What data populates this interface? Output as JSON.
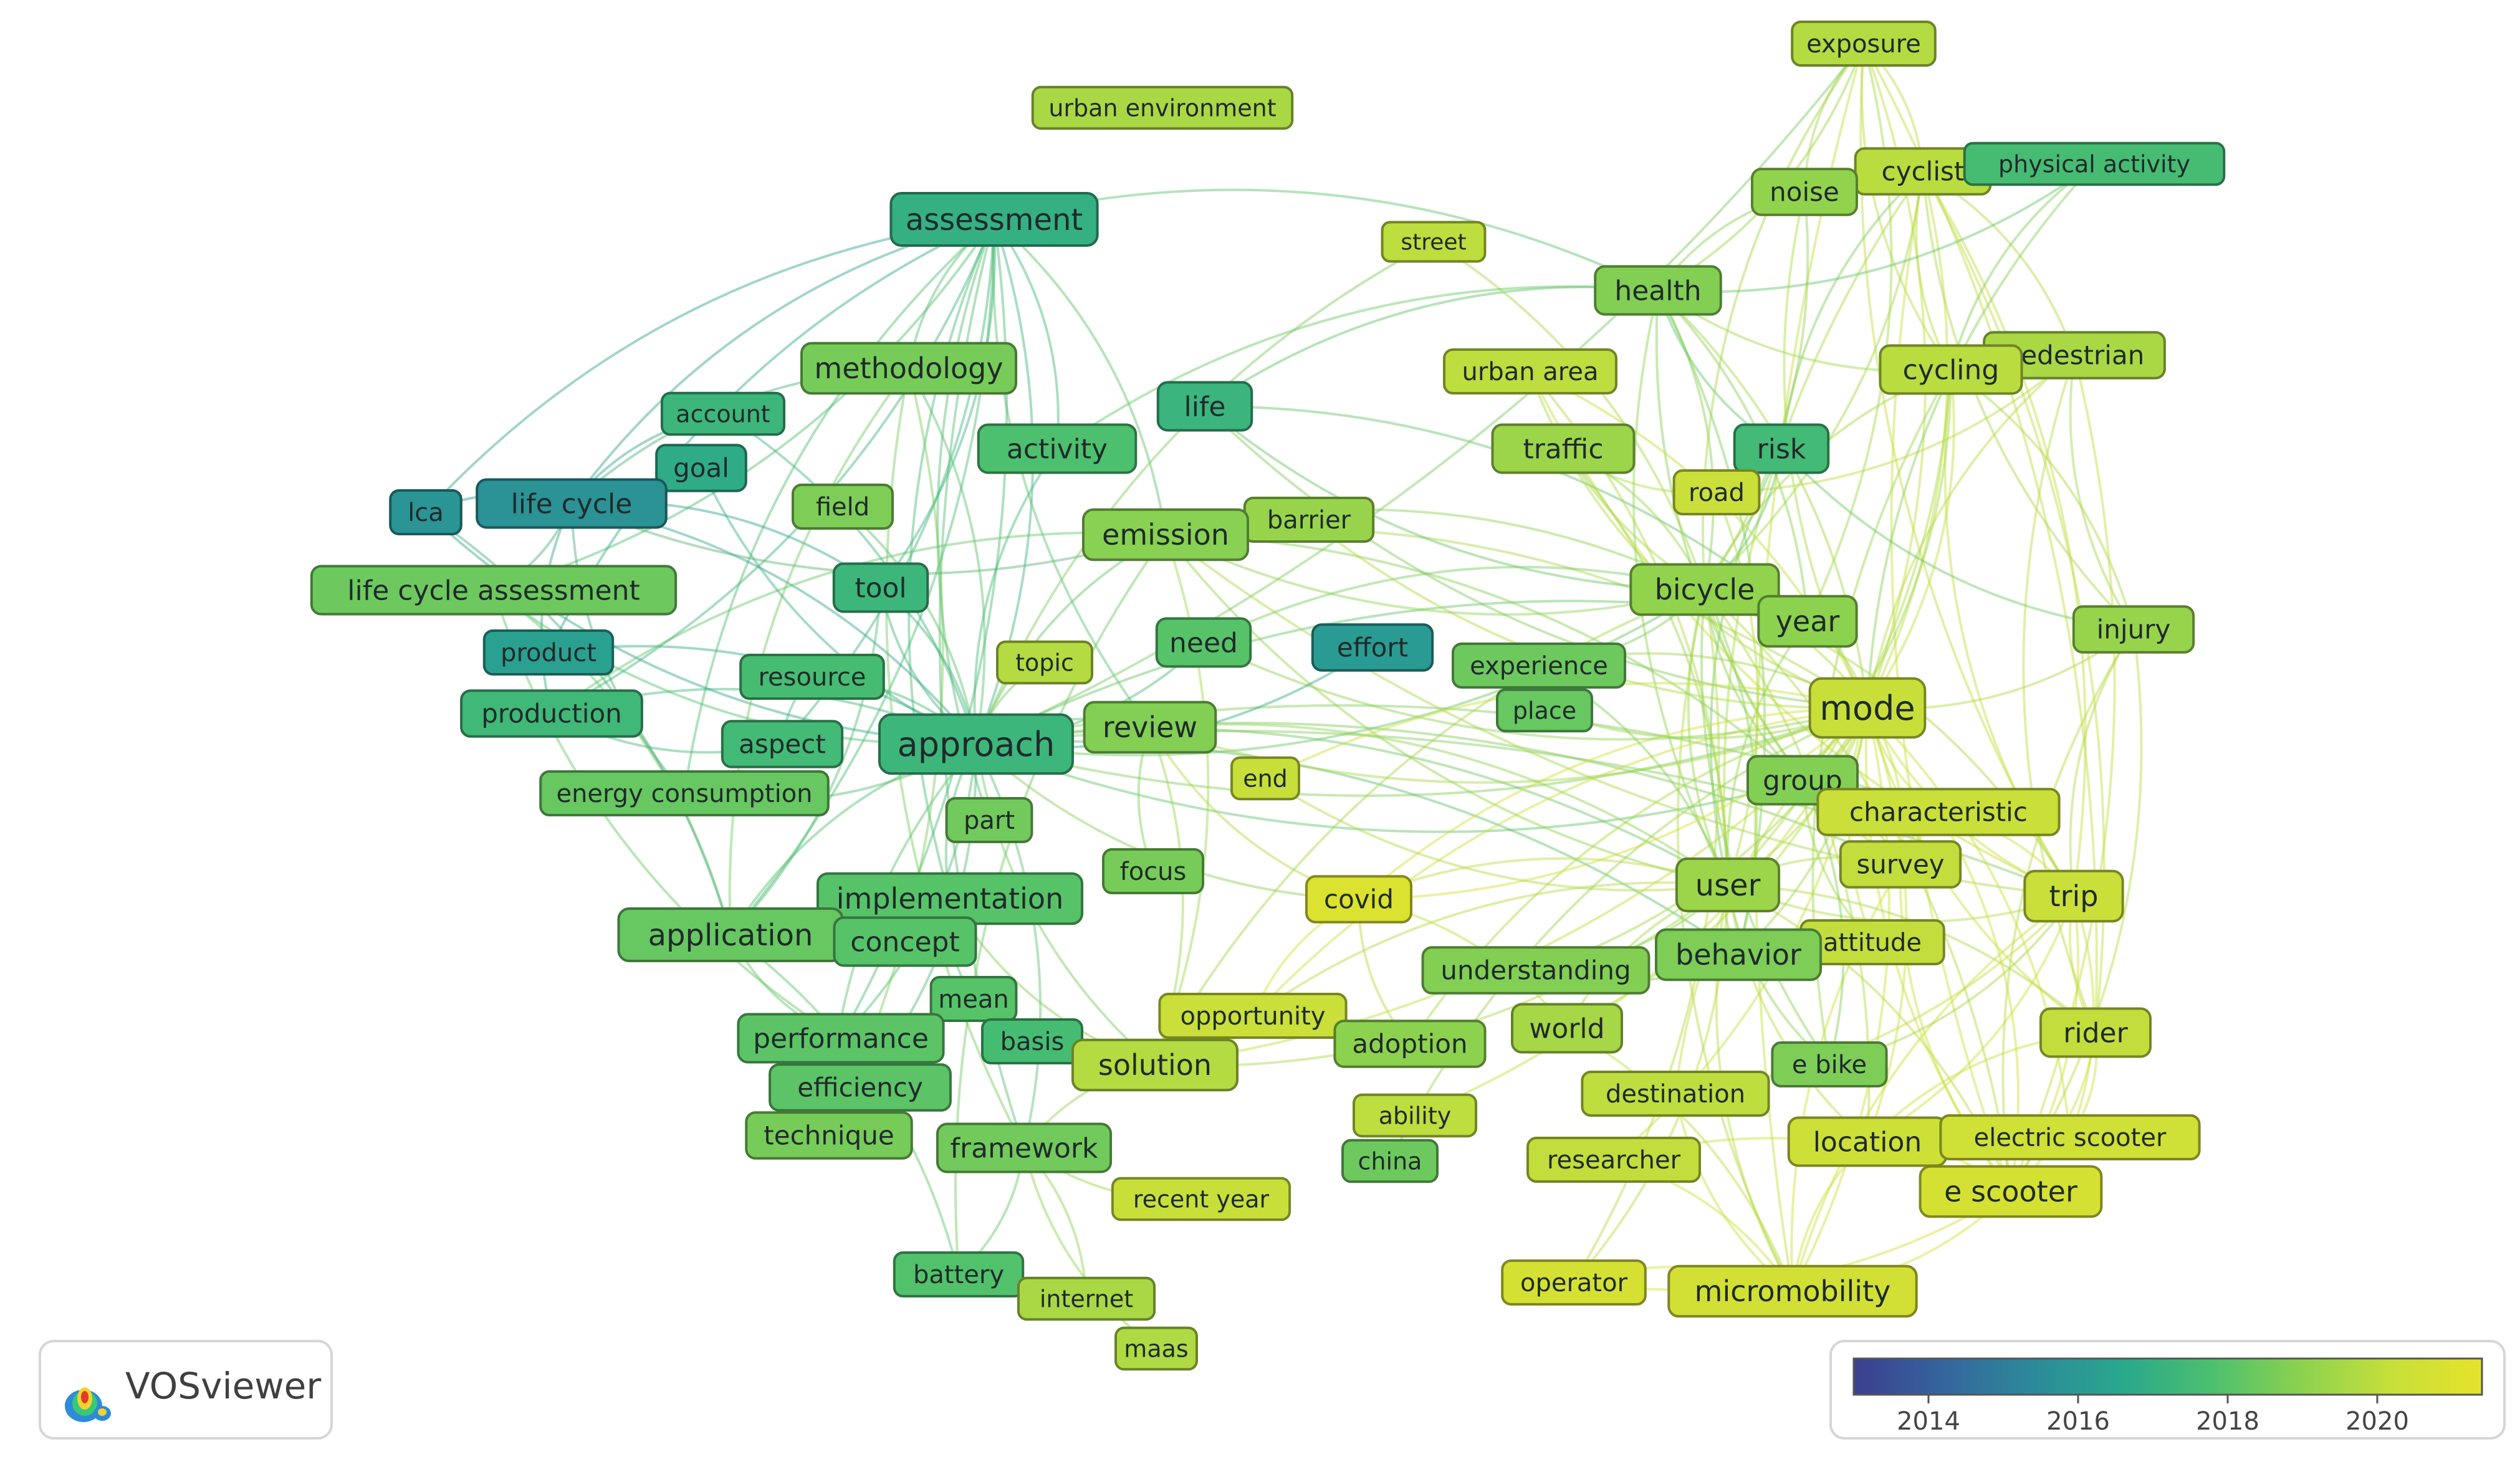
{
  "app": "VOSviewer",
  "legend": {
    "ticks": [
      "2014",
      "2016",
      "2018",
      "2020"
    ],
    "tick_values": [
      2014,
      2016,
      2018,
      2020
    ],
    "min_year": 2013,
    "max_year": 2021.4
  },
  "colormap": [
    "#3b3f8f",
    "#35659c",
    "#2c8a9a",
    "#29a88c",
    "#4cc06e",
    "#8dd24f",
    "#c8df3a",
    "#e5e32a"
  ],
  "nodes": [
    {
      "id": "exposure",
      "label": "exposure",
      "year": 2019.8
    },
    {
      "id": "urban-environment",
      "label": "urban environment",
      "year": 2019.6
    },
    {
      "id": "cyclist",
      "label": "cyclist",
      "year": 2019.9
    },
    {
      "id": "physical-activity",
      "label": "physical activity",
      "year": 2017.6
    },
    {
      "id": "noise",
      "label": "noise",
      "year": 2019.1
    },
    {
      "id": "assessment",
      "label": "assessment",
      "year": 2017.0
    },
    {
      "id": "street",
      "label": "street",
      "year": 2020.0
    },
    {
      "id": "health",
      "label": "health",
      "year": 2018.8
    },
    {
      "id": "methodology",
      "label": "methodology",
      "year": 2018.6
    },
    {
      "id": "urban-area",
      "label": "urban area",
      "year": 2020.0
    },
    {
      "id": "pedestrian",
      "label": "pedestrian",
      "year": 2019.6
    },
    {
      "id": "cycling",
      "label": "cycling",
      "year": 2019.9
    },
    {
      "id": "account",
      "label": "account",
      "year": 2017.3
    },
    {
      "id": "life",
      "label": "life",
      "year": 2017.2
    },
    {
      "id": "activity",
      "label": "activity",
      "year": 2017.8
    },
    {
      "id": "traffic",
      "label": "traffic",
      "year": 2019.3
    },
    {
      "id": "risk",
      "label": "risk",
      "year": 2017.5
    },
    {
      "id": "goal",
      "label": "goal",
      "year": 2016.8
    },
    {
      "id": "lca",
      "label": "lca",
      "year": 2015.8
    },
    {
      "id": "life-cycle",
      "label": "life cycle",
      "year": 2015.7
    },
    {
      "id": "field",
      "label": "field",
      "year": 2018.7
    },
    {
      "id": "road",
      "label": "road",
      "year": 2020.3
    },
    {
      "id": "barrier",
      "label": "barrier",
      "year": 2019.2
    },
    {
      "id": "emission",
      "label": "emission",
      "year": 2018.9
    },
    {
      "id": "life-cycle-assessment",
      "label": "life cycle assessment",
      "year": 2018.4
    },
    {
      "id": "tool",
      "label": "tool",
      "year": 2017.3
    },
    {
      "id": "bicycle",
      "label": "bicycle",
      "year": 2019.1
    },
    {
      "id": "year",
      "label": "year",
      "year": 2019.0
    },
    {
      "id": "injury",
      "label": "injury",
      "year": 2019.2
    },
    {
      "id": "need",
      "label": "need",
      "year": 2018.0
    },
    {
      "id": "effort",
      "label": "effort",
      "year": 2016.1
    },
    {
      "id": "product",
      "label": "product",
      "year": 2016.3
    },
    {
      "id": "topic",
      "label": "topic",
      "year": 2019.8
    },
    {
      "id": "experience",
      "label": "experience",
      "year": 2018.4
    },
    {
      "id": "resource",
      "label": "resource",
      "year": 2017.6
    },
    {
      "id": "place",
      "label": "place",
      "year": 2018.3
    },
    {
      "id": "mode",
      "label": "mode",
      "year": 2020.2
    },
    {
      "id": "production",
      "label": "production",
      "year": 2017.4
    },
    {
      "id": "review",
      "label": "review",
      "year": 2018.8
    },
    {
      "id": "aspect",
      "label": "aspect",
      "year": 2017.5
    },
    {
      "id": "approach",
      "label": "approach",
      "year": 2017.3
    },
    {
      "id": "end",
      "label": "end",
      "year": 2020.2
    },
    {
      "id": "energy-consumption",
      "label": "energy consumption",
      "year": 2018.3
    },
    {
      "id": "group",
      "label": "group",
      "year": 2018.8
    },
    {
      "id": "characteristic",
      "label": "characteristic",
      "year": 2020.3
    },
    {
      "id": "part",
      "label": "part",
      "year": 2018.5
    },
    {
      "id": "focus",
      "label": "focus",
      "year": 2018.6
    },
    {
      "id": "survey",
      "label": "survey",
      "year": 2020.1
    },
    {
      "id": "implementation",
      "label": "implementation",
      "year": 2018.0
    },
    {
      "id": "user",
      "label": "user",
      "year": 2019.3
    },
    {
      "id": "trip",
      "label": "trip",
      "year": 2020.3
    },
    {
      "id": "covid",
      "label": "covid",
      "year": 2021.0
    },
    {
      "id": "application",
      "label": "application",
      "year": 2018.3
    },
    {
      "id": "concept",
      "label": "concept",
      "year": 2018.0
    },
    {
      "id": "attitude",
      "label": "attitude",
      "year": 2020.1
    },
    {
      "id": "understanding",
      "label": "understanding",
      "year": 2018.8
    },
    {
      "id": "behavior",
      "label": "behavior",
      "year": 2018.7
    },
    {
      "id": "mean",
      "label": "mean",
      "year": 2018.0
    },
    {
      "id": "opportunity",
      "label": "opportunity",
      "year": 2020.3
    },
    {
      "id": "performance",
      "label": "performance",
      "year": 2018.1
    },
    {
      "id": "basis",
      "label": "basis",
      "year": 2017.6
    },
    {
      "id": "adoption",
      "label": "adoption",
      "year": 2019.0
    },
    {
      "id": "world",
      "label": "world",
      "year": 2019.5
    },
    {
      "id": "rider",
      "label": "rider",
      "year": 2020.1
    },
    {
      "id": "solution",
      "label": "solution",
      "year": 2019.8
    },
    {
      "id": "efficiency",
      "label": "efficiency",
      "year": 2018.1
    },
    {
      "id": "e-bike",
      "label": "e bike",
      "year": 2018.7
    },
    {
      "id": "destination",
      "label": "destination",
      "year": 2020.0
    },
    {
      "id": "ability",
      "label": "ability",
      "year": 2020.0
    },
    {
      "id": "technique",
      "label": "technique",
      "year": 2018.6
    },
    {
      "id": "framework",
      "label": "framework",
      "year": 2018.5
    },
    {
      "id": "china",
      "label": "china",
      "year": 2018.4
    },
    {
      "id": "researcher",
      "label": "researcher",
      "year": 2020.1
    },
    {
      "id": "location",
      "label": "location",
      "year": 2020.4
    },
    {
      "id": "electric-scooter",
      "label": "electric scooter",
      "year": 2020.5
    },
    {
      "id": "e-scooter",
      "label": "e scooter",
      "year": 2020.7
    },
    {
      "id": "recent-year",
      "label": "recent year",
      "year": 2020.2
    },
    {
      "id": "battery",
      "label": "battery",
      "year": 2017.9
    },
    {
      "id": "operator",
      "label": "operator",
      "year": 2020.7
    },
    {
      "id": "micromobility",
      "label": "micromobility",
      "year": 2020.6
    },
    {
      "id": "internet",
      "label": "internet",
      "year": 2019.6
    },
    {
      "id": "maas",
      "label": "maas",
      "year": 2019.7
    }
  ],
  "edges": [
    [
      "assessment",
      "approach"
    ],
    [
      "assessment",
      "methodology"
    ],
    [
      "assessment",
      "tool"
    ],
    [
      "assessment",
      "life-cycle"
    ],
    [
      "assessment",
      "life-cycle-assessment"
    ],
    [
      "assessment",
      "lca"
    ],
    [
      "assessment",
      "production"
    ],
    [
      "assessment",
      "product"
    ],
    [
      "assessment",
      "application"
    ],
    [
      "assessment",
      "framework"
    ],
    [
      "assessment",
      "health"
    ],
    [
      "assessment",
      "implementation"
    ],
    [
      "assessment",
      "activity"
    ],
    [
      "assessment",
      "review"
    ],
    [
      "assessment",
      "performance"
    ],
    [
      "assessment",
      "energy-consumption"
    ],
    [
      "assessment",
      "emission"
    ],
    [
      "assessment",
      "part"
    ],
    [
      "assessment",
      "aspect"
    ],
    [
      "approach",
      "mode"
    ],
    [
      "approach",
      "user"
    ],
    [
      "approach",
      "bicycle"
    ],
    [
      "approach",
      "trip"
    ],
    [
      "approach",
      "solution"
    ],
    [
      "approach",
      "framework"
    ],
    [
      "approach",
      "application"
    ],
    [
      "approach",
      "review"
    ],
    [
      "approach",
      "life-cycle"
    ],
    [
      "approach",
      "efficiency"
    ],
    [
      "approach",
      "technique"
    ],
    [
      "approach",
      "performance"
    ],
    [
      "approach",
      "implementation"
    ],
    [
      "approach",
      "characteristic"
    ],
    [
      "approach",
      "group"
    ],
    [
      "approach",
      "emission"
    ],
    [
      "approach",
      "tool"
    ],
    [
      "approach",
      "behavior"
    ],
    [
      "approach",
      "production"
    ],
    [
      "approach",
      "energy-consumption"
    ],
    [
      "approach",
      "need"
    ],
    [
      "approach",
      "survey"
    ],
    [
      "approach",
      "covid"
    ],
    [
      "approach",
      "year"
    ],
    [
      "life-cycle",
      "lca"
    ],
    [
      "life-cycle",
      "life-cycle-assessment"
    ],
    [
      "life-cycle",
      "production"
    ],
    [
      "life-cycle",
      "methodology"
    ],
    [
      "life-cycle",
      "goal"
    ],
    [
      "life-cycle",
      "account"
    ],
    [
      "life-cycle",
      "energy-consumption"
    ],
    [
      "life-cycle",
      "tool"
    ],
    [
      "life-cycle-assessment",
      "approach"
    ],
    [
      "life-cycle-assessment",
      "application"
    ],
    [
      "life-cycle-assessment",
      "performance"
    ],
    [
      "lca",
      "application"
    ],
    [
      "lca",
      "approach"
    ],
    [
      "product",
      "approach"
    ],
    [
      "production",
      "aspect"
    ],
    [
      "methodology",
      "approach"
    ],
    [
      "methodology",
      "application"
    ],
    [
      "methodology",
      "technique"
    ],
    [
      "methodology",
      "framework"
    ],
    [
      "emission",
      "mode"
    ],
    [
      "emission",
      "user"
    ],
    [
      "emission",
      "bicycle"
    ],
    [
      "emission",
      "trip"
    ],
    [
      "emission",
      "group"
    ],
    [
      "emission",
      "battery"
    ],
    [
      "emission",
      "life-cycle"
    ],
    [
      "emission",
      "production"
    ],
    [
      "emission",
      "solution"
    ],
    [
      "life",
      "bicycle"
    ],
    [
      "life",
      "health"
    ],
    [
      "life",
      "mode"
    ],
    [
      "life",
      "year"
    ],
    [
      "health",
      "cycling"
    ],
    [
      "health",
      "bicycle"
    ],
    [
      "health",
      "exposure"
    ],
    [
      "health",
      "noise"
    ],
    [
      "health",
      "risk"
    ],
    [
      "health",
      "mode"
    ],
    [
      "health",
      "group"
    ],
    [
      "health",
      "year"
    ],
    [
      "health",
      "user"
    ],
    [
      "health",
      "behavior"
    ],
    [
      "exposure",
      "cycling"
    ],
    [
      "exposure",
      "cyclist"
    ],
    [
      "exposure",
      "noise"
    ],
    [
      "exposure",
      "mode"
    ],
    [
      "exposure",
      "bicycle"
    ],
    [
      "exposure",
      "year"
    ],
    [
      "exposure",
      "trip"
    ],
    [
      "exposure",
      "rider"
    ],
    [
      "exposure",
      "micromobility"
    ],
    [
      "exposure",
      "approach"
    ],
    [
      "cyclist",
      "cycling"
    ],
    [
      "cyclist",
      "pedestrian"
    ],
    [
      "cyclist",
      "risk"
    ],
    [
      "cyclist",
      "bicycle"
    ],
    [
      "cyclist",
      "injury"
    ],
    [
      "cyclist",
      "trip"
    ],
    [
      "cyclist",
      "e-scooter"
    ],
    [
      "cyclist",
      "rider"
    ],
    [
      "cyclist",
      "user"
    ],
    [
      "cyclist",
      "mode"
    ],
    [
      "physical-activity",
      "cycling"
    ],
    [
      "physical-activity",
      "health"
    ],
    [
      "physical-activity",
      "mode"
    ],
    [
      "noise",
      "bicycle"
    ],
    [
      "noise",
      "mode"
    ],
    [
      "cycling",
      "mode"
    ],
    [
      "cycling",
      "bicycle"
    ],
    [
      "cycling",
      "user"
    ],
    [
      "cycling",
      "trip"
    ],
    [
      "cycling",
      "group"
    ],
    [
      "cycling",
      "e-bike"
    ],
    [
      "cycling",
      "injury"
    ],
    [
      "pedestrian",
      "injury"
    ],
    [
      "pedestrian",
      "e-scooter"
    ],
    [
      "pedestrian",
      "rider"
    ],
    [
      "pedestrian",
      "road"
    ],
    [
      "pedestrian",
      "mode"
    ],
    [
      "risk",
      "bicycle"
    ],
    [
      "risk",
      "injury"
    ],
    [
      "risk",
      "road"
    ],
    [
      "risk",
      "user"
    ],
    [
      "traffic",
      "bicycle"
    ],
    [
      "traffic",
      "road"
    ],
    [
      "traffic",
      "user"
    ],
    [
      "traffic",
      "mode"
    ],
    [
      "urban-area",
      "mode"
    ],
    [
      "urban-area",
      "bicycle"
    ],
    [
      "urban-area",
      "user"
    ],
    [
      "urban-area",
      "trip"
    ],
    [
      "street",
      "bicycle"
    ],
    [
      "street",
      "approach"
    ],
    [
      "bicycle",
      "mode"
    ],
    [
      "bicycle",
      "user"
    ],
    [
      "bicycle",
      "trip"
    ],
    [
      "bicycle",
      "group"
    ],
    [
      "bicycle",
      "behavior"
    ],
    [
      "bicycle",
      "e-bike"
    ],
    [
      "bicycle",
      "e-scooter"
    ],
    [
      "bicycle",
      "survey"
    ],
    [
      "bicycle",
      "location"
    ],
    [
      "bicycle",
      "micromobility"
    ],
    [
      "bicycle",
      "operator"
    ],
    [
      "bicycle",
      "year"
    ],
    [
      "bicycle",
      "emission"
    ],
    [
      "bicycle",
      "solution"
    ],
    [
      "mode",
      "user"
    ],
    [
      "mode",
      "trip"
    ],
    [
      "mode",
      "group"
    ],
    [
      "mode",
      "characteristic"
    ],
    [
      "mode",
      "survey"
    ],
    [
      "mode",
      "attitude"
    ],
    [
      "mode",
      "behavior"
    ],
    [
      "mode",
      "e-scooter"
    ],
    [
      "mode",
      "micromobility"
    ],
    [
      "mode",
      "covid"
    ],
    [
      "mode",
      "world"
    ],
    [
      "mode",
      "destination"
    ],
    [
      "mode",
      "location"
    ],
    [
      "mode",
      "rider"
    ],
    [
      "mode",
      "researcher"
    ],
    [
      "mode",
      "injury"
    ],
    [
      "mode",
      "solution"
    ],
    [
      "mode",
      "adoption"
    ],
    [
      "mode",
      "understanding"
    ],
    [
      "mode",
      "opportunity"
    ],
    [
      "mode",
      "electric-scooter"
    ],
    [
      "user",
      "trip"
    ],
    [
      "user",
      "e-scooter"
    ],
    [
      "user",
      "micromobility"
    ],
    [
      "user",
      "survey"
    ],
    [
      "user",
      "behavior"
    ],
    [
      "user",
      "rider"
    ],
    [
      "user",
      "location"
    ],
    [
      "user",
      "solution"
    ],
    [
      "user",
      "covid"
    ],
    [
      "user",
      "operator"
    ],
    [
      "user",
      "opportunity"
    ],
    [
      "trip",
      "e-scooter"
    ],
    [
      "trip",
      "rider"
    ],
    [
      "trip",
      "location"
    ],
    [
      "trip",
      "micromobility"
    ],
    [
      "trip",
      "electric-scooter"
    ],
    [
      "e-scooter",
      "rider"
    ],
    [
      "e-scooter",
      "micromobility"
    ],
    [
      "e-scooter",
      "location"
    ],
    [
      "e-scooter",
      "operator"
    ],
    [
      "e-scooter",
      "researcher"
    ],
    [
      "e-scooter",
      "survey"
    ],
    [
      "e-scooter",
      "characteristic"
    ],
    [
      "e-scooter",
      "injury"
    ],
    [
      "micromobility",
      "operator"
    ],
    [
      "micromobility",
      "location"
    ],
    [
      "micromobility",
      "researcher"
    ],
    [
      "micromobility",
      "destination"
    ],
    [
      "micromobility",
      "world"
    ],
    [
      "micromobility",
      "characteristic"
    ],
    [
      "group",
      "characteristic"
    ],
    [
      "group",
      "survey"
    ],
    [
      "group",
      "attitude"
    ],
    [
      "group",
      "e-bike"
    ],
    [
      "characteristic",
      "survey"
    ],
    [
      "characteristic",
      "trip"
    ],
    [
      "behavior",
      "attitude"
    ],
    [
      "behavior",
      "understanding"
    ],
    [
      "solution",
      "opportunity"
    ],
    [
      "solution",
      "adoption"
    ],
    [
      "solution",
      "framework"
    ],
    [
      "solution",
      "implementation"
    ],
    [
      "framework",
      "recent-year"
    ],
    [
      "framework",
      "internet"
    ],
    [
      "framework",
      "maas"
    ],
    [
      "framework",
      "battery"
    ],
    [
      "implementation",
      "concept"
    ],
    [
      "implementation",
      "application"
    ],
    [
      "implementation",
      "mean"
    ],
    [
      "application",
      "concept"
    ],
    [
      "application",
      "performance"
    ],
    [
      "application",
      "battery"
    ],
    [
      "review",
      "focus"
    ],
    [
      "review",
      "solution"
    ],
    [
      "review",
      "mode"
    ],
    [
      "review",
      "user"
    ],
    [
      "review",
      "covid"
    ],
    [
      "need",
      "bicycle"
    ],
    [
      "need",
      "mode"
    ],
    [
      "experience",
      "mode"
    ],
    [
      "experience",
      "bicycle"
    ],
    [
      "experience",
      "user"
    ],
    [
      "resource",
      "aspect"
    ],
    [
      "resource",
      "approach"
    ],
    [
      "tool",
      "approach"
    ],
    [
      "tool",
      "application"
    ],
    [
      "covid",
      "mode"
    ],
    [
      "covid",
      "world"
    ],
    [
      "covid",
      "opportunity"
    ],
    [
      "end",
      "mode"
    ],
    [
      "end",
      "user"
    ],
    [
      "activity",
      "health"
    ],
    [
      "activity",
      "approach"
    ],
    [
      "field",
      "approach"
    ],
    [
      "topic",
      "approach"
    ],
    [
      "account",
      "approach"
    ],
    [
      "goal",
      "approach"
    ],
    [
      "effort",
      "approach"
    ],
    [
      "barrier",
      "mode"
    ],
    [
      "barrier",
      "emission"
    ],
    [
      "place",
      "mode"
    ],
    [
      "china",
      "mode"
    ],
    [
      "ability",
      "mode"
    ],
    [
      "adoption",
      "covid"
    ],
    [
      "understanding",
      "user"
    ],
    [
      "e-bike",
      "user"
    ],
    [
      "e-bike",
      "trip"
    ],
    [
      "location",
      "rider"
    ],
    [
      "electric-scooter",
      "rider"
    ],
    [
      "world",
      "user"
    ],
    [
      "destination",
      "trip"
    ],
    [
      "injury",
      "e-scooter"
    ],
    [
      "injury",
      "trip"
    ],
    [
      "year",
      "mode"
    ],
    [
      "year",
      "user"
    ],
    [
      "road",
      "user"
    ]
  ]
}
